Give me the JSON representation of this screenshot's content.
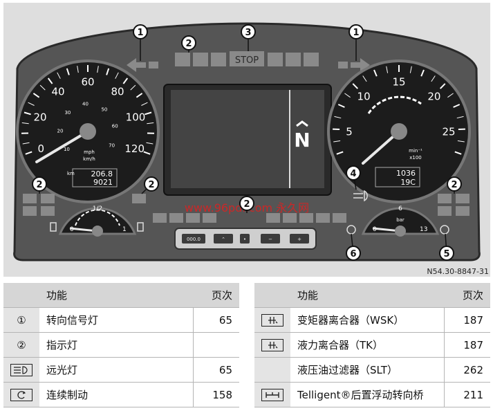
{
  "diagram": {
    "callouts": [
      "1",
      "2",
      "3",
      "4",
      "5",
      "6"
    ],
    "stop_label": "STOP",
    "gear_letter": "N",
    "watermark": "www.96pdf.com 永久网",
    "figure_code": "N54.30-8847-31",
    "speedometer": {
      "ticks_outer": [
        "0",
        "20",
        "40",
        "60",
        "80",
        "100",
        "120"
      ],
      "ticks_inner": [
        "10",
        "20",
        "30",
        "40",
        "50",
        "60",
        "70"
      ],
      "unit_primary": "mph",
      "unit_secondary": "km/h",
      "odo_unit": "km",
      "odo_trip": "206.8",
      "odo_total": "9021"
    },
    "tachometer": {
      "ticks": [
        "5",
        "10",
        "15",
        "20",
        "25"
      ],
      "unit_line1": "min⁻¹",
      "unit_line2": "x100",
      "readout_rpm": "1036",
      "readout_temp": "19C"
    },
    "fuel_gauge": {
      "labels": [
        "0",
        "1/2",
        "1"
      ]
    },
    "pressure_gauge": {
      "labels": [
        "0",
        "6",
        "13"
      ],
      "unit": "bar"
    },
    "bottom_buttons": [
      "000.0",
      "⌃",
      "•",
      "−",
      "+"
    ]
  },
  "legend_left": {
    "headers": {
      "icon": "",
      "function": "功能",
      "page": "页次"
    },
    "rows": [
      {
        "symbol": "①",
        "function": "转向信号灯",
        "page": "65"
      },
      {
        "symbol": "②",
        "function": "指示灯",
        "page": ""
      },
      {
        "symbol": "high-beam-icon",
        "function": "远光灯",
        "page": "65"
      },
      {
        "symbol": "retarder-icon",
        "function": "连续制动",
        "page": "158"
      }
    ]
  },
  "legend_right": {
    "headers": {
      "icon": "",
      "function": "功能",
      "page": "页次"
    },
    "rows": [
      {
        "symbol": "clutch-icon",
        "function": "变矩器离合器（WSK）",
        "page": "187"
      },
      {
        "symbol": "clutch-icon",
        "function": "液力离合器（TK）",
        "page": "187"
      },
      {
        "symbol": "",
        "function": "液压油过滤器（SLT）",
        "page": "262"
      },
      {
        "symbol": "axle-icon",
        "function": "Telligent®后置浮动转向桥",
        "page": "211"
      }
    ]
  },
  "colors": {
    "panel": "#545454",
    "dial": "#1c1c1c",
    "dial_text": "#ffffff",
    "indicator_tile": "#8a8a8a",
    "header_gray": "#d6d6d6",
    "watermark": "#e02020"
  }
}
